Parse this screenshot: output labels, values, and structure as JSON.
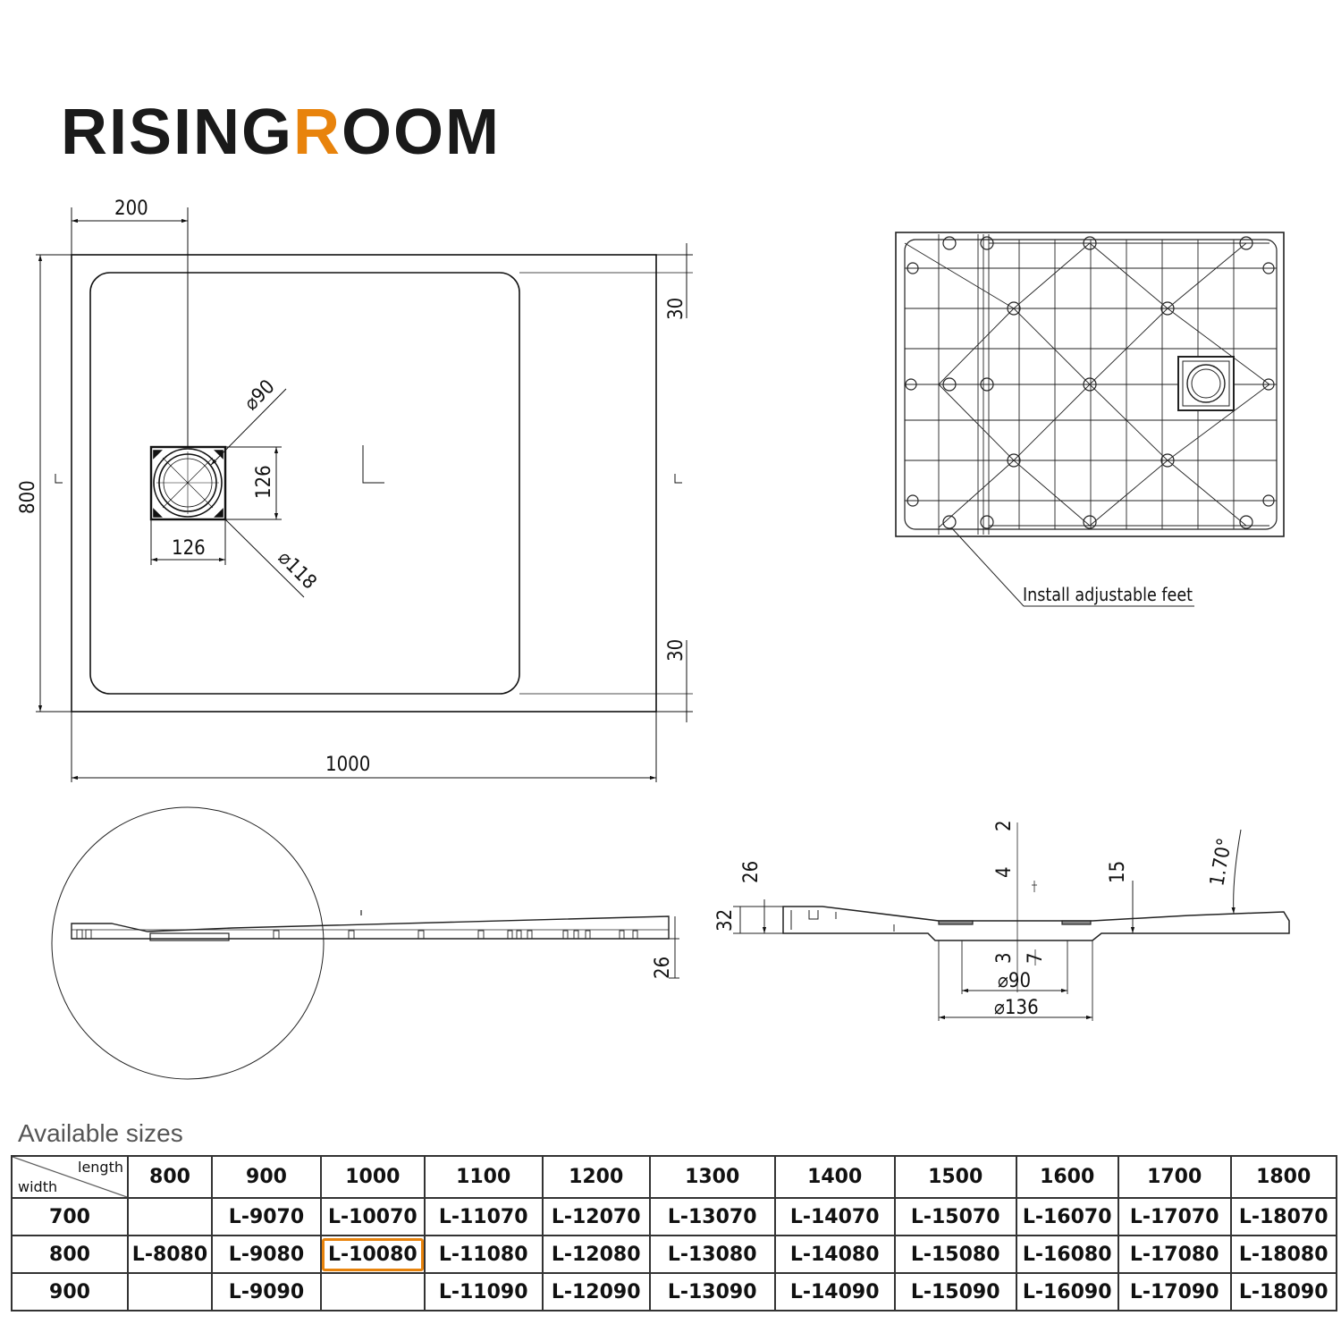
{
  "brand": {
    "part1": "RISING",
    "accent": "R",
    "part2": "OOM",
    "accent_color": "#e8830c"
  },
  "plan_view": {
    "dims": {
      "drain_offset": "200",
      "border_top": "30",
      "border_bottom": "30",
      "width": "800",
      "length": "1000",
      "drain_box_w": "126",
      "drain_box_h": "126",
      "inner_diam": "⌀90",
      "outer_diam": "⌀118"
    }
  },
  "underside_view": {
    "callout": "Install adjustable feet"
  },
  "section_view": {
    "dims": {
      "d2": "2",
      "d4": "4",
      "d26": "26",
      "d32": "32",
      "d15": "15",
      "angle": "1.70°",
      "d3": "3",
      "d7": "7",
      "d90": "⌀90",
      "d136": "⌀136",
      "d26b": "26"
    }
  },
  "sizes": {
    "title": "Available sizes",
    "corner_length": "length",
    "corner_width": "width",
    "lengths": [
      "800",
      "900",
      "1000",
      "1100",
      "1200",
      "1300",
      "1400",
      "1500",
      "1600",
      "1700",
      "1800"
    ],
    "rows": [
      {
        "width": "700",
        "cells": [
          "",
          "L-9070",
          "L-10070",
          "L-11070",
          "L-12070",
          "L-13070",
          "L-14070",
          "L-15070",
          "L-16070",
          "L-17070",
          "L-18070"
        ]
      },
      {
        "width": "800",
        "cells": [
          "L-8080",
          "L-9080",
          "L-10080",
          "L-11080",
          "L-12080",
          "L-13080",
          "L-14080",
          "L-15080",
          "L-16080",
          "L-17080",
          "L-18080"
        ]
      },
      {
        "width": "900",
        "cells": [
          "",
          "L-9090",
          "",
          "L-11090",
          "L-12090",
          "L-13090",
          "L-14090",
          "L-15090",
          "L-16090",
          "L-17090",
          "L-18090"
        ]
      }
    ],
    "highlight": "L-10080",
    "highlight_color": "#e8830c"
  }
}
